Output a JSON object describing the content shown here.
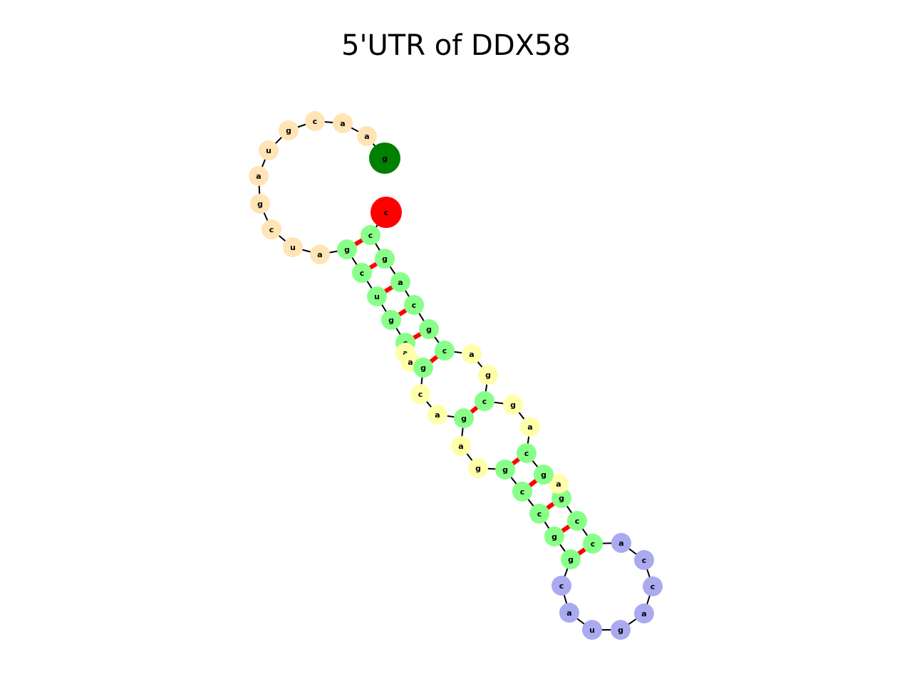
{
  "title": "5'UTR of DDX58",
  "colors": {
    "hairpin_loop": "#ffe4b5",
    "stem": "#88ff88",
    "interior_loop": "#ffffaa",
    "terminal_loop": "#aaaaf0",
    "five_prime_end": "#008000",
    "three_prime_end": "#ff0000",
    "backbone": "#000000",
    "base_pair": "#ff0000"
  },
  "nucleotides": [
    {
      "base": "g",
      "region": "five_prime_end"
    },
    {
      "base": "a",
      "region": "hairpin_loop"
    },
    {
      "base": "a",
      "region": "hairpin_loop"
    },
    {
      "base": "c",
      "region": "hairpin_loop"
    },
    {
      "base": "g",
      "region": "hairpin_loop"
    },
    {
      "base": "u",
      "region": "hairpin_loop"
    },
    {
      "base": "a",
      "region": "hairpin_loop"
    },
    {
      "base": "g",
      "region": "hairpin_loop"
    },
    {
      "base": "c",
      "region": "hairpin_loop"
    },
    {
      "base": "u",
      "region": "hairpin_loop"
    },
    {
      "base": "a",
      "region": "hairpin_loop"
    },
    {
      "base": "g",
      "region": "stem"
    },
    {
      "base": "c",
      "region": "stem"
    },
    {
      "base": "u",
      "region": "stem"
    },
    {
      "base": "g",
      "region": "stem"
    },
    {
      "base": "c",
      "region": "stem"
    },
    {
      "base": "a",
      "region": "interior_loop"
    },
    {
      "base": "a",
      "region": "interior_loop"
    },
    {
      "base": "g",
      "region": "stem"
    },
    {
      "base": "c",
      "region": "interior_loop"
    },
    {
      "base": "a",
      "region": "interior_loop"
    },
    {
      "base": "g",
      "region": "stem"
    },
    {
      "base": "a",
      "region": "interior_loop"
    },
    {
      "base": "g",
      "region": "interior_loop"
    },
    {
      "base": "g",
      "region": "stem"
    },
    {
      "base": "c",
      "region": "stem"
    },
    {
      "base": "c",
      "region": "stem"
    },
    {
      "base": "g",
      "region": "stem"
    },
    {
      "base": "g",
      "region": "stem"
    },
    {
      "base": "c",
      "region": "terminal_loop"
    },
    {
      "base": "a",
      "region": "terminal_loop"
    },
    {
      "base": "u",
      "region": "terminal_loop"
    },
    {
      "base": "g",
      "region": "terminal_loop"
    },
    {
      "base": "a",
      "region": "terminal_loop"
    },
    {
      "base": "c",
      "region": "terminal_loop"
    },
    {
      "base": "c",
      "region": "terminal_loop"
    },
    {
      "base": "a",
      "region": "terminal_loop"
    },
    {
      "base": "c",
      "region": "stem"
    },
    {
      "base": "c",
      "region": "stem"
    },
    {
      "base": "g",
      "region": "stem"
    },
    {
      "base": "a",
      "region": "interior_loop"
    },
    {
      "base": "g",
      "region": "stem"
    },
    {
      "base": "c",
      "region": "stem"
    },
    {
      "base": "a",
      "region": "interior_loop"
    },
    {
      "base": "g",
      "region": "interior_loop"
    },
    {
      "base": "c",
      "region": "stem"
    },
    {
      "base": "g",
      "region": "interior_loop"
    },
    {
      "base": "a",
      "region": "interior_loop"
    },
    {
      "base": "c",
      "region": "stem"
    },
    {
      "base": "g",
      "region": "stem"
    },
    {
      "base": "c",
      "region": "stem"
    },
    {
      "base": "a",
      "region": "stem"
    },
    {
      "base": "g",
      "region": "stem"
    },
    {
      "base": "c",
      "region": "stem"
    },
    {
      "base": "c",
      "region": "three_prime_end"
    }
  ],
  "base_pairs": [
    [
      11,
      53
    ],
    [
      12,
      52
    ],
    [
      13,
      51
    ],
    [
      14,
      50
    ],
    [
      15,
      49
    ],
    [
      18,
      48
    ],
    [
      21,
      45
    ],
    [
      24,
      42
    ],
    [
      25,
      41
    ],
    [
      26,
      39
    ],
    [
      27,
      38
    ],
    [
      28,
      37
    ]
  ]
}
